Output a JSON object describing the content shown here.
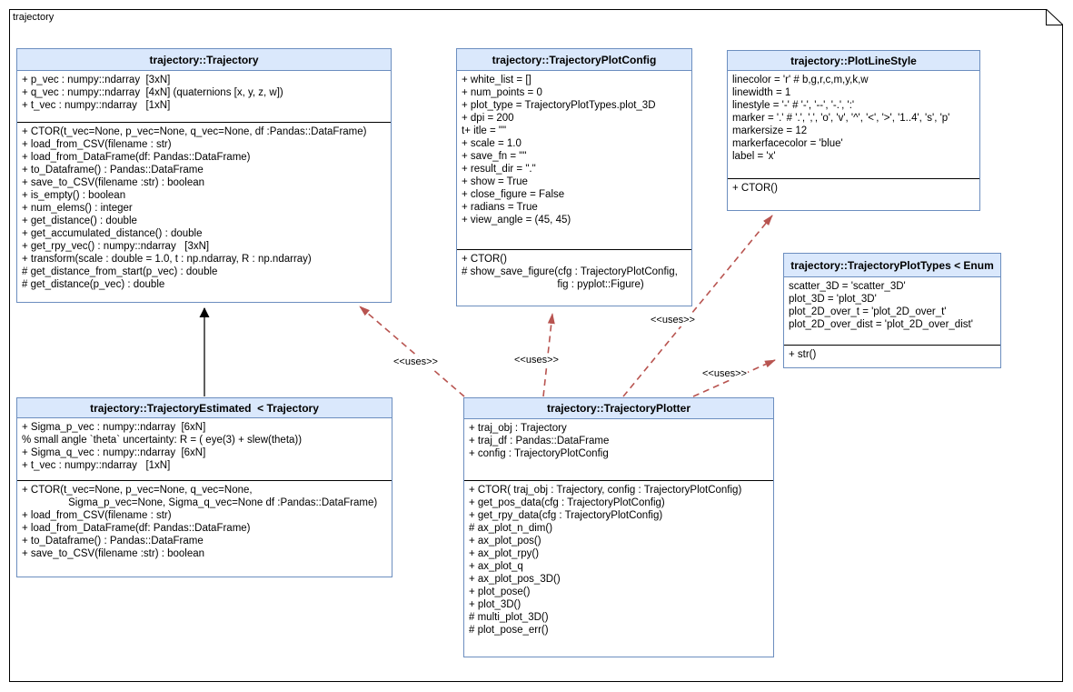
{
  "frame": {
    "label": "trajectory"
  },
  "relations": {
    "uses_label": "<<uses>>"
  },
  "classes": {
    "trajectory": {
      "title": "trajectory::Trajectory",
      "attributes": [
        "+ p_vec : numpy::ndarray  [3xN]",
        "+ q_vec : numpy::ndarray  [4xN] (quaternions [x, y, z, w])",
        "+ t_vec : numpy::ndarray   [1xN]"
      ],
      "methods": [
        "+ CTOR(t_vec=None, p_vec=None, q_vec=None, df :Pandas::DataFrame)",
        "+ load_from_CSV(filename : str)",
        "+ load_from_DataFrame(df: Pandas::DataFrame)",
        "+ to_Dataframe() : Pandas::DataFrame",
        "+ save_to_CSV(filename :str) : boolean",
        "+ is_empty() : boolean",
        "+ num_elems() : integer",
        "+ get_distance() : double",
        "+ get_accumulated_distance() : double",
        "+ get_rpy_vec() : numpy::ndarray   [3xN]",
        "+ transform(scale : double = 1.0, t : np.ndarray, R : np.ndarray)",
        "# get_distance_from_start(p_vec) : double",
        "# get_distance(p_vec) : double"
      ]
    },
    "plot_config": {
      "title": "trajectory::TrajectoryPlotConfig",
      "attributes": [
        "+ white_list = []",
        "+ num_points = 0",
        "+ plot_type = TrajectoryPlotTypes.plot_3D",
        "+ dpi = 200",
        "t+ itle = \"\"",
        "+ scale = 1.0",
        "+ save_fn = \"\"",
        "+ result_dir = \".\"",
        "+ show = True",
        "+ close_figure = False",
        "+ radians = True",
        "+ view_angle = (45, 45)"
      ],
      "methods": [
        "+ CTOR()",
        "# show_save_figure(cfg : TrajectoryPlotConfig,",
        "                                 fig : pyplot::Figure)"
      ]
    },
    "plot_line_style": {
      "title": "trajectory::PlotLineStyle",
      "attributes": [
        "linecolor = 'r' # b,g,r,c,m,y,k,w",
        "linewidth = 1",
        "linestyle = '-' # '-', '--', '-.', ':'",
        "marker = '.' # '.', ',', 'o', 'v', '^', '<', '>', '1..4', 's', 'p'",
        "markersize = 12",
        "markerfacecolor = 'blue'",
        "label = 'x'"
      ],
      "methods": [
        "+ CTOR()"
      ]
    },
    "plot_types": {
      "title": "trajectory::TrajectoryPlotTypes < Enum",
      "attributes": [
        "scatter_3D = 'scatter_3D'",
        "plot_3D = 'plot_3D'",
        "plot_2D_over_t = 'plot_2D_over_t'",
        "plot_2D_over_dist = 'plot_2D_over_dist'"
      ],
      "methods": [
        "+ str()"
      ]
    },
    "estimated": {
      "title": "trajectory::TrajectoryEstimated  < Trajectory",
      "attributes": [
        "+ Sigma_p_vec : numpy::ndarray  [6xN]",
        "% small angle `theta` uncertainty: R = ( eye(3) + slew(theta))",
        "+ Sigma_q_vec : numpy::ndarray  [6xN]",
        "+ t_vec : numpy::ndarray   [1xN]"
      ],
      "methods": [
        "+ CTOR(t_vec=None, p_vec=None, q_vec=None,",
        "                Sigma_p_vec=None, Sigma_q_vec=None df :Pandas::DataFrame)",
        "+ load_from_CSV(filename : str)",
        "+ load_from_DataFrame(df: Pandas::DataFrame)",
        "+ to_Dataframe() : Pandas::DataFrame",
        "+ save_to_CSV(filename :str) : boolean"
      ]
    },
    "plotter": {
      "title": "trajectory::TrajectoryPlotter",
      "attributes": [
        "+ traj_obj : Trajectory",
        "+ traj_df : Pandas::DataFrame",
        "+ config : TrajectoryPlotConfig"
      ],
      "methods": [
        "+ CTOR( traj_obj : Trajectory, config : TrajectoryPlotConfig)",
        "+ get_pos_data(cfg : TrajectoryPlotConfig)",
        "+ get_rpy_data(cfg : TrajectoryPlotConfig)",
        "# ax_plot_n_dim()",
        "+ ax_plot_pos()",
        "+ ax_plot_rpy()",
        "+ ax_plot_q",
        "+ ax_plot_pos_3D()",
        "+ plot_pose()",
        "+ plot_3D()",
        "# multi_plot_3D()",
        "# plot_pose_err()"
      ]
    }
  }
}
